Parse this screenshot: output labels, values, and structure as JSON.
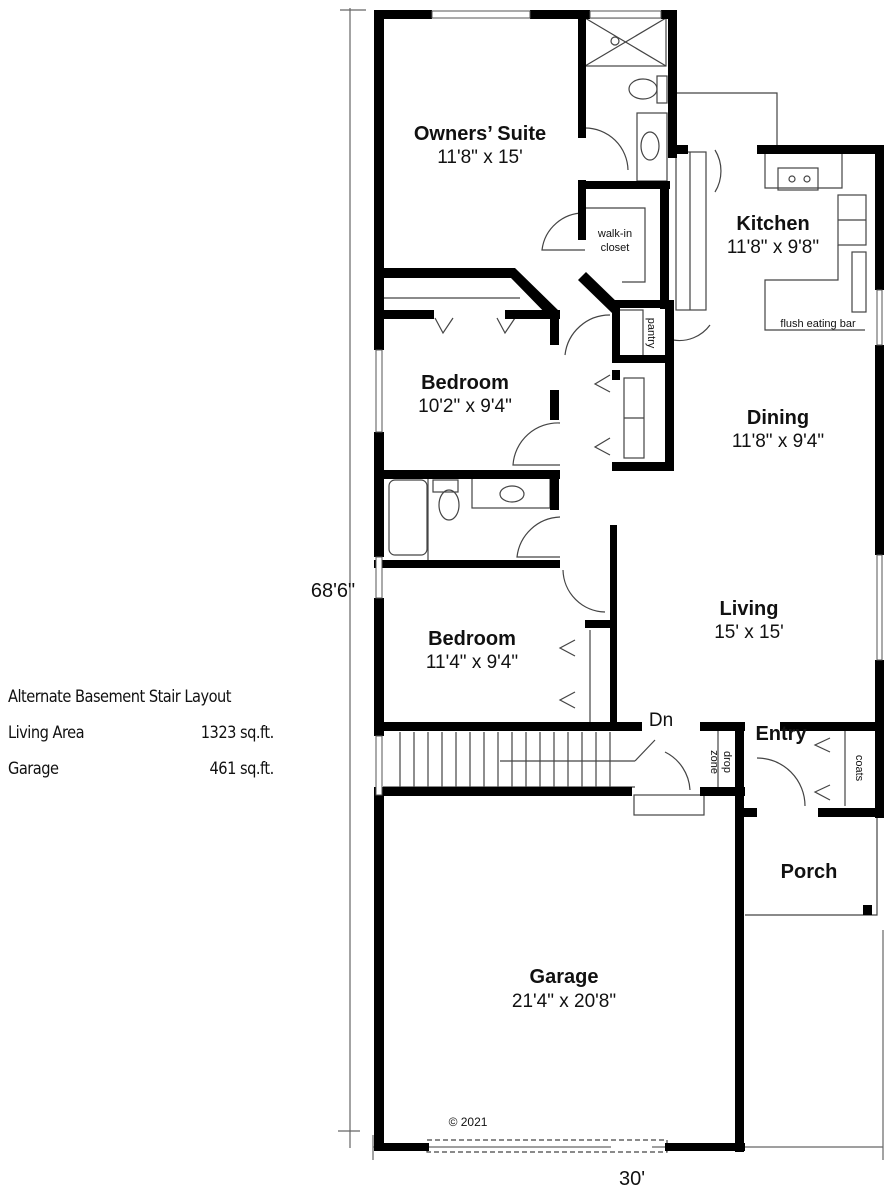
{
  "stats": {
    "title": "Alternate Basement Stair Layout",
    "rows": [
      {
        "label": "Living Area",
        "value": "1323 sq.ft."
      },
      {
        "label": "Garage",
        "value": "461 sq.ft."
      }
    ]
  },
  "rooms": {
    "owners_suite": {
      "name": "Owners’ Suite",
      "size": "11'8\" x 15'"
    },
    "kitchen": {
      "name": "Kitchen",
      "size": "11'8\" x 9'8\""
    },
    "bedroom1": {
      "name": "Bedroom",
      "size": "10'2\" x 9'4\""
    },
    "dining": {
      "name": "Dining",
      "size": "11'8\" x 9'4\""
    },
    "bedroom2": {
      "name": "Bedroom",
      "size": "11'4\" x 9'4\""
    },
    "living": {
      "name": "Living",
      "size": "15' x 15'"
    },
    "entry": {
      "name": "Entry",
      "size": ""
    },
    "porch": {
      "name": "Porch",
      "size": ""
    },
    "garage": {
      "name": "Garage",
      "size": "21'4\" x 20'8\""
    }
  },
  "labels": {
    "walk_in_1": "walk-in",
    "walk_in_2": "closet",
    "pantry": "pantry",
    "flush_bar": "flush eating bar",
    "stairs_dn": "Dn",
    "drop_zone_1": "drop",
    "drop_zone_2": "zone",
    "coats": "coats",
    "copyright": "© 2021"
  },
  "dimensions": {
    "depth": "68'6\"",
    "width": "30'"
  },
  "colors": {
    "wall": "#000000",
    "line": "#555555",
    "background": "#ffffff"
  }
}
